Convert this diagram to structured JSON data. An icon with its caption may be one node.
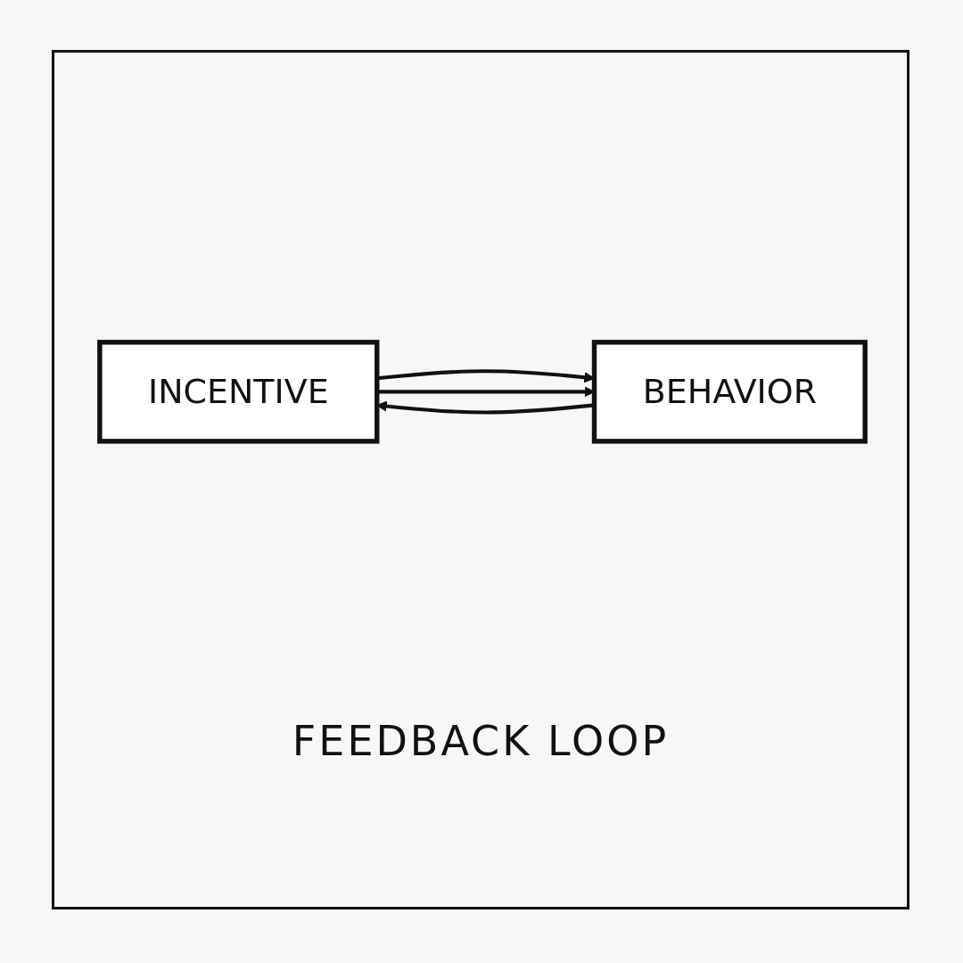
{
  "diagram": {
    "caption": "FEEDBACK LOOP",
    "nodes": [
      {
        "text": [
          "INCENTIVE"
        ]
      },
      {
        "text": [
          "BEHAVIOR"
        ]
      }
    ],
    "edges": [
      {
        "from": 0,
        "to": 1,
        "arrow": "to"
      },
      {
        "from": 0,
        "to": 1,
        "arrow": "to"
      },
      {
        "from": 1,
        "to": 0,
        "arrow": "to"
      }
    ]
  }
}
